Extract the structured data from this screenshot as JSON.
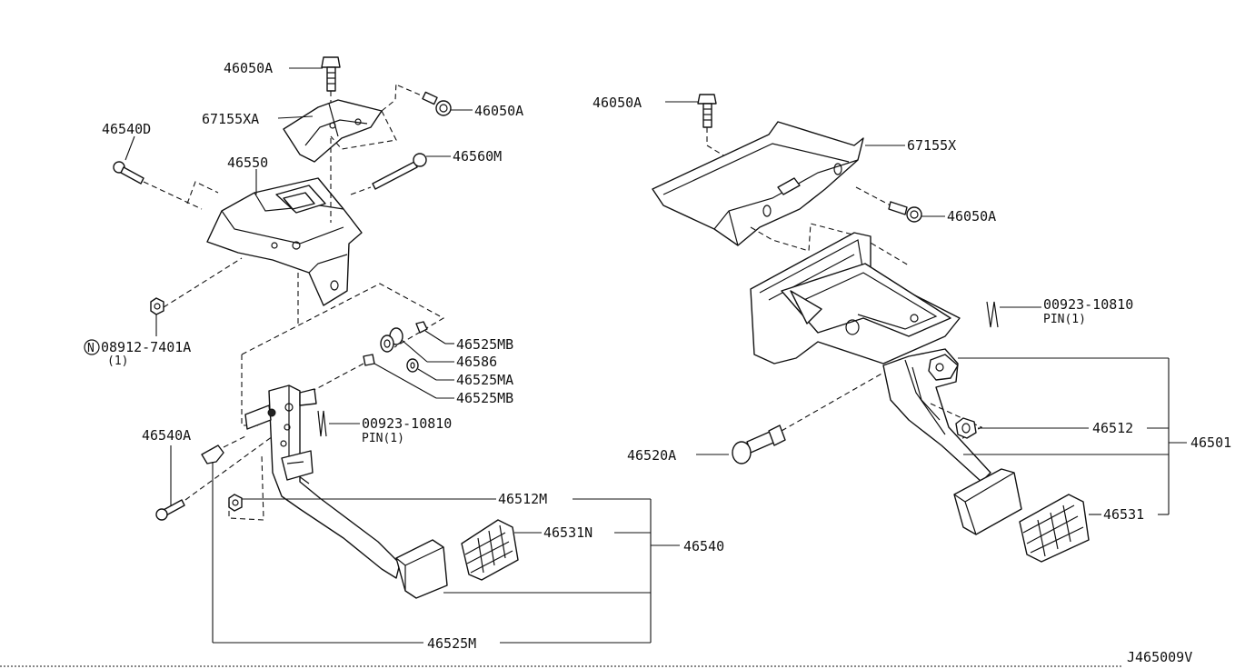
{
  "labels": {
    "left": {
      "bolt_top": "46050A",
      "bolt_right": "46050A",
      "bracket_upper": "67155XA",
      "bolt_side": "46540D",
      "bracket": "46550",
      "bolt_long": "46560M",
      "nut_prefix": "N",
      "nut": "08912-7401A",
      "nut_qty": "(1)",
      "bush_b1": "46525MB",
      "spring": "46586",
      "bush_a": "46525MA",
      "bush_b2": "46525MB",
      "pin": "00923-10810",
      "pin_name": "PIN(1)",
      "bolt_bottom": "46540A",
      "nut_pedal": "46512M",
      "pad": "46531N",
      "assy": "46540",
      "assy_bottom": "46525M"
    },
    "right": {
      "bolt_top": "46050A",
      "bracket": "67155X",
      "bolt_side": "46050A",
      "pin": "00923-10810",
      "pin_name": "PIN(1)",
      "bolt": "46520A",
      "nut": "46512",
      "assy": "46501",
      "pad": "46531"
    },
    "code": "J465009V"
  }
}
